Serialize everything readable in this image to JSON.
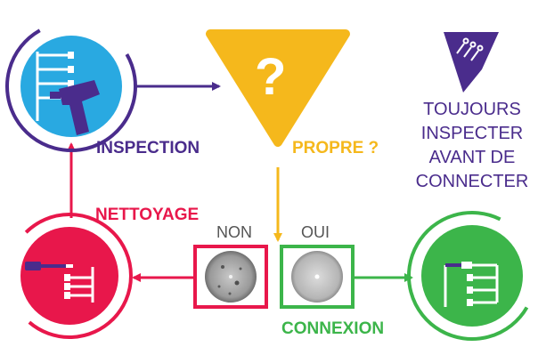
{
  "steps": {
    "inspection": {
      "label": "INSPECTION",
      "color": "#4a2c8c"
    },
    "question": {
      "label": "PROPRE ?",
      "symbol": "?",
      "color": "#f5b81c"
    },
    "cleaning": {
      "label": "NETTOYAGE",
      "color": "#e8174b"
    },
    "connection": {
      "label": "CONNEXION",
      "color": "#3cb54a"
    }
  },
  "outcomes": {
    "no": {
      "label": "NON",
      "color": "#e8174b"
    },
    "yes": {
      "label": "OUI",
      "color": "#3cb54a"
    }
  },
  "tip": {
    "lines": [
      "TOUJOURS",
      "INSPECTER",
      "AVANT DE",
      "CONNECTER"
    ],
    "color": "#4a2c8c"
  },
  "icons": {
    "inspection": "fiber-inspection-probe-icon",
    "cleaning": "fiber-cleaning-tool-icon",
    "connection": "fiber-connector-icon",
    "brand": "brand-logo-icon"
  },
  "colors": {
    "purple": "#4a2c8c",
    "blue": "#29a9e1",
    "yellow": "#f5b81c",
    "red": "#e8174b",
    "green": "#3cb54a",
    "grey_text": "#555555"
  }
}
